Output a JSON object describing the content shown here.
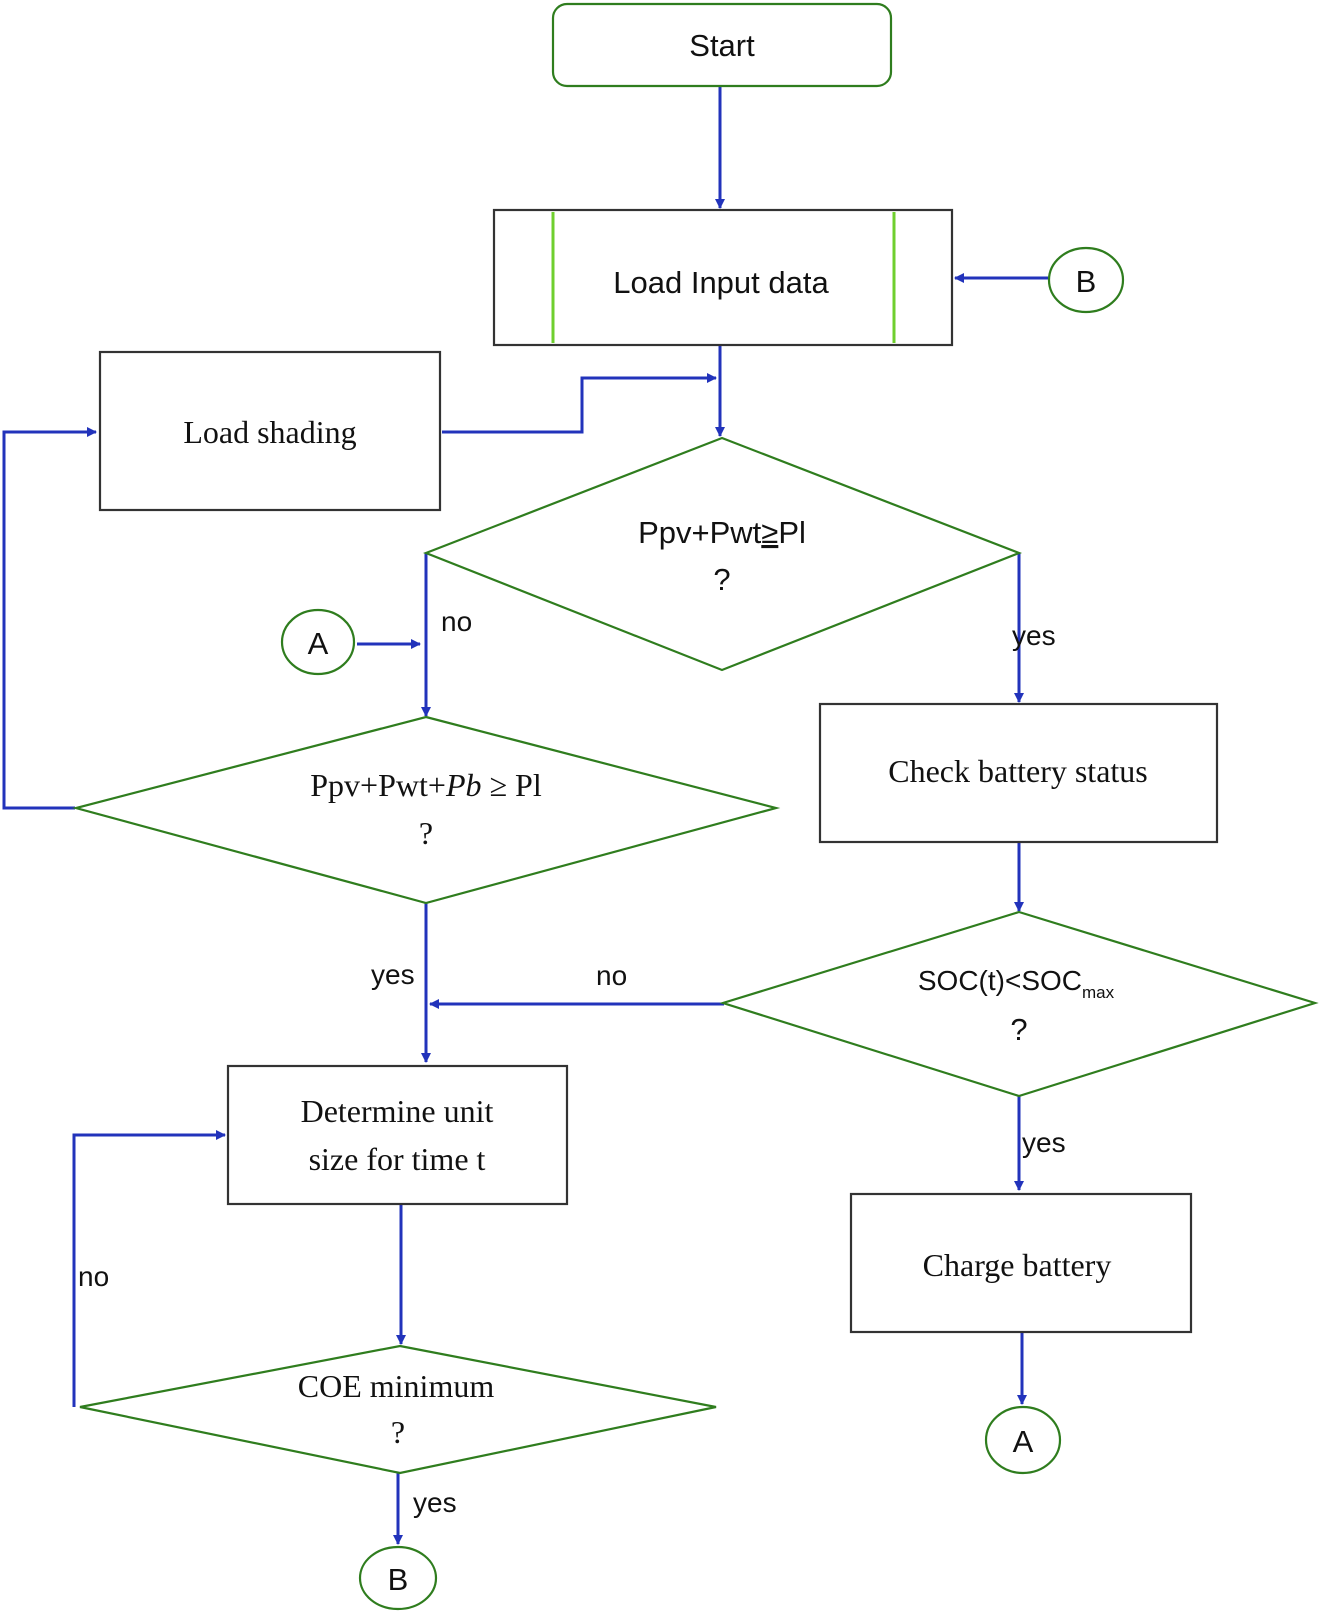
{
  "nodes": {
    "start": "Start",
    "load_input": "Load Input data",
    "load_shading": "Load shading",
    "decision1_line1": "Ppv+Pwt",
    "decision1_op": "≥",
    "decision1_rhs": "Pl",
    "decision1_line2": "?",
    "decision2_part1": "Ppv+Pwt+",
    "decision2_italic": "Pb",
    "decision2_part2": " ≥ Pl",
    "decision2_line2": "?",
    "check_battery": "Check battery status",
    "soc_main": "SOC(t)<SOC",
    "soc_sub": "max",
    "soc_line2": "?",
    "determine_line1": "Determine  unit",
    "determine_line2": "size for time  t",
    "charge_battery": "Charge  battery",
    "coe_line1": "COE  minimum",
    "coe_line2": "?"
  },
  "connectors": {
    "b_top": "B",
    "a_left": "A",
    "a_bottom": "A",
    "b_bottom": "B"
  },
  "edge_labels": {
    "d1_no": "no",
    "d1_yes": "yes",
    "d2_yes": "yes",
    "soc_no": "no",
    "soc_yes": "yes",
    "coe_no": "no",
    "coe_yes": "yes"
  },
  "colors": {
    "flow_line": "#2233bb",
    "shape_border": "#2f7d1e",
    "box_border": "#333333"
  }
}
